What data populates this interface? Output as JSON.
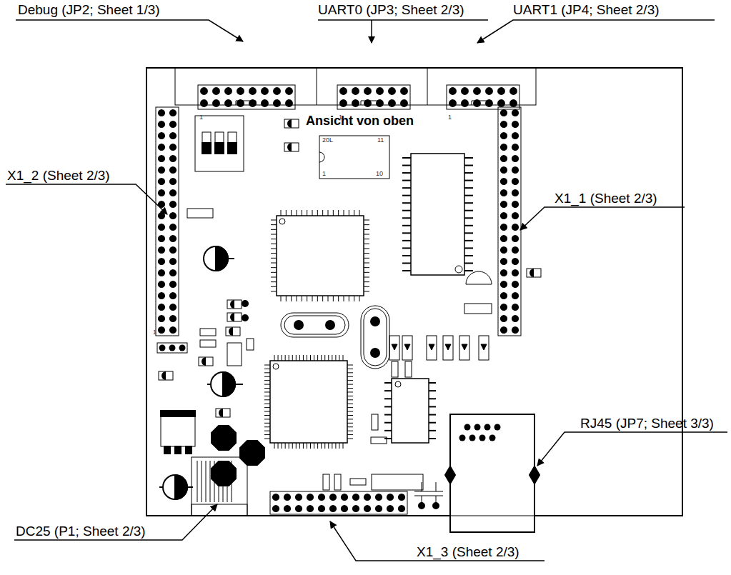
{
  "diagram": {
    "labels": [
      "Debug (JP2; Sheet 1/3)",
      "UART0 (JP3; Sheet 2/3)",
      "UART1 (JP4; Sheet 2/3)",
      "Ansicht von oben",
      "20L",
      "11",
      "1",
      "10",
      "X1_2 (Sheet 2/3)",
      "X1_1 (Sheet 2/3)",
      "RJ45 (JP7; Sheet 3/3)",
      "DC25 (P1; Sheet 2/3)",
      "X1_3 (Sheet 2/3)",
      "1",
      "1",
      "1",
      "1"
    ]
  }
}
